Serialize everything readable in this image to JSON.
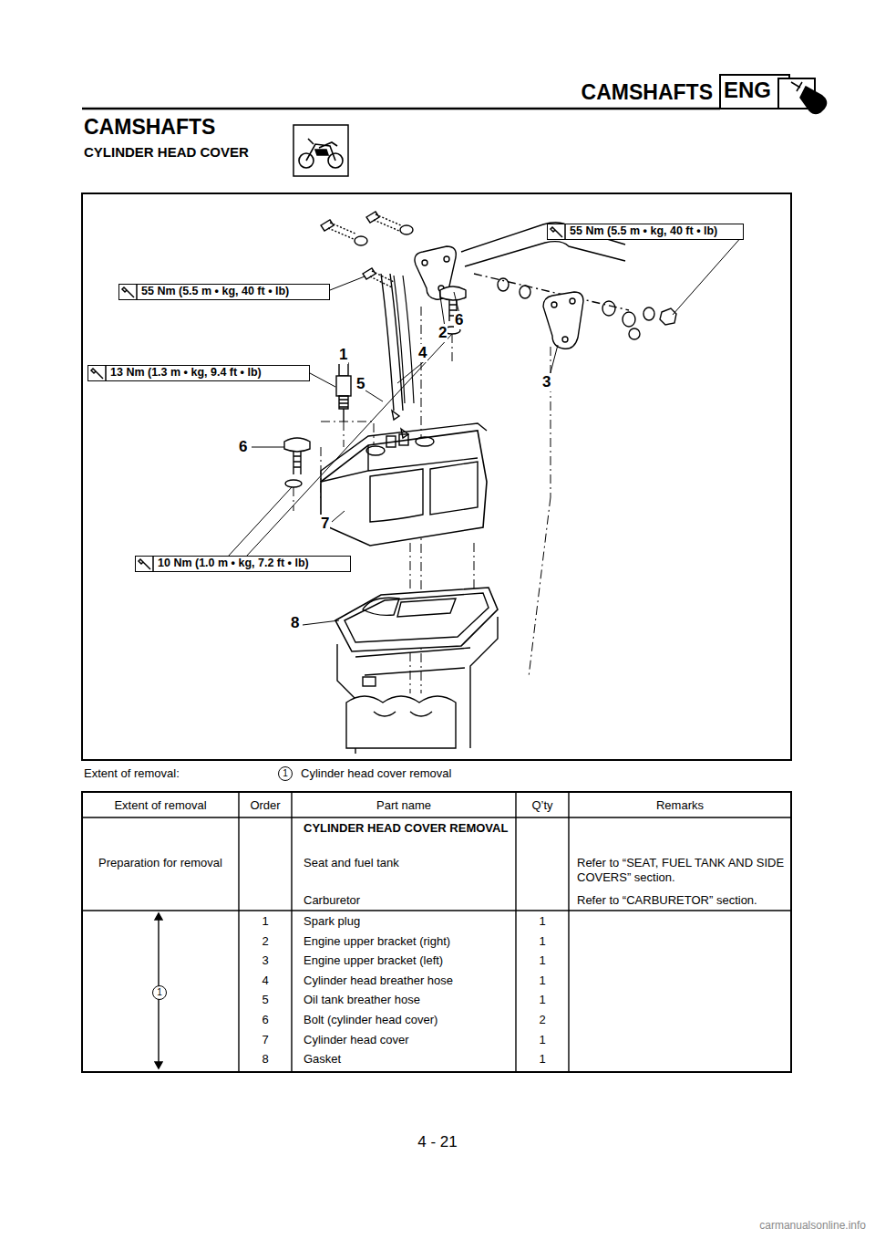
{
  "diagram": {
    "title": "CAMSHAFTS",
    "nodes": [
      {
        "text": [
          "ENG"
        ]
      },
      {
        "text": [
          "55 Nm (5.5 m • kg, 40 ft • lb)"
        ]
      },
      {
        "text": [
          "55 Nm (5.5 m • kg, 40 ft • lb)"
        ]
      },
      {
        "text": [
          "13 Nm (1.3 m • kg, 9.4 ft • lb)"
        ]
      },
      {
        "text": [
          "10 Nm (1.0 m • kg, 7.2 ft • lb)"
        ]
      }
    ],
    "labels": [
      "CAMSHAFTS",
      "CYLINDER HEAD COVER",
      "2",
      "6",
      "1",
      "4",
      "5",
      "3",
      "6",
      "7",
      "8",
      "Extent of removal:",
      "1",
      "Cylinder head cover removal",
      "Extent of removal",
      "Order",
      "Part name",
      "Q’ty",
      "Remarks",
      "CYLINDER HEAD COVER REMOVAL",
      "Preparation for removal",
      "Seat and fuel tank",
      "Refer to “SEAT, FUEL TANK AND SIDE COVERS” section.",
      "Carburetor",
      "Refer to “CARBURETOR” section.",
      "1",
      "Spark plug",
      "1",
      "2",
      "Engine upper bracket (right)",
      "1",
      "3",
      "Engine upper bracket (left)",
      "1",
      "4",
      "Cylinder head breather hose",
      "1",
      "5",
      "Oil tank breather hose",
      "1",
      "6",
      "Bolt (cylinder head cover)",
      "2",
      "7",
      "Cylinder head cover",
      "1",
      "8",
      "Gasket",
      "1",
      "1",
      "4 - 21",
      "carmanualsonline.info"
    ]
  }
}
